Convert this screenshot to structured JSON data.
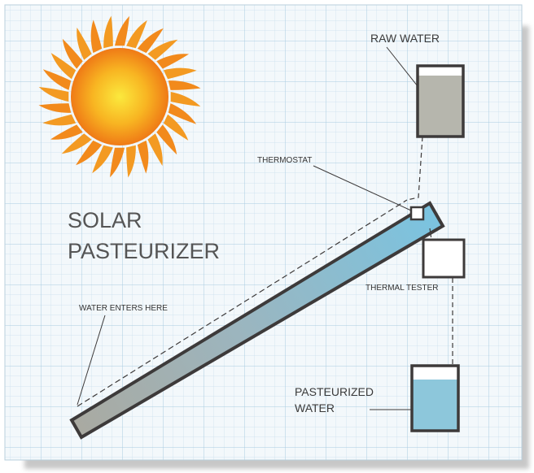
{
  "title_lines": [
    "SOLAR",
    "PASTEURIZER"
  ],
  "labels": {
    "raw_water": "RAW WATER",
    "thermostat": "THERMOSTAT",
    "thermal_tester": "THERMAL  TESTER",
    "water_enters": "WATER ENTERS HERE",
    "pasteurized_lines": [
      "PASTEURIZED",
      "WATER"
    ]
  },
  "colors": {
    "grid_line": "#b8d4e6",
    "paper": "#f4f8fb",
    "outline": "#3d3a3a",
    "raw_water_fill": "#b4b4aa",
    "pasteurized_water_fill": "#8ec8dc",
    "tube_cool": "#a8aaa2",
    "tube_hot": "#7ec4de",
    "sun_center": "#fbe23a",
    "sun_edge": "#f07a18"
  },
  "icons": {
    "sun": "sun-illustration"
  }
}
